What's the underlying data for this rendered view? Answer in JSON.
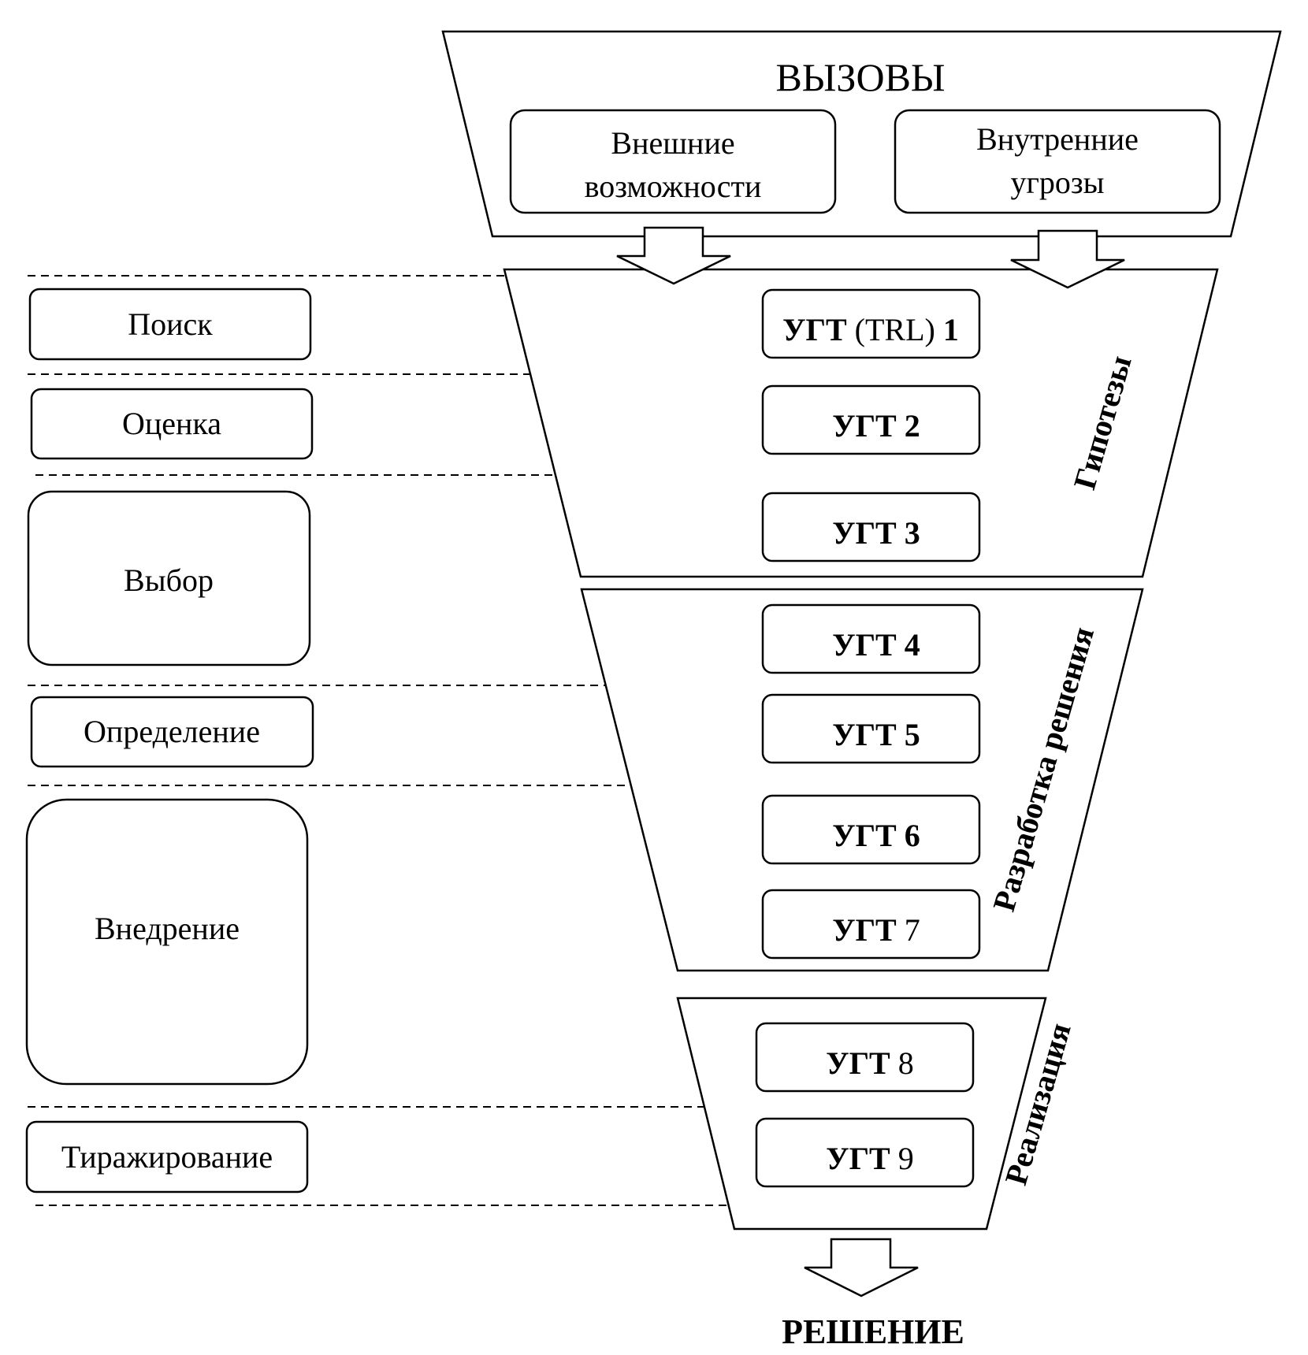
{
  "top": {
    "title": "ВЫЗОВЫ",
    "external": [
      "Внешние",
      "возможности"
    ],
    "internal": [
      "Внутренние",
      "угрозы"
    ]
  },
  "stages": [
    "Поиск",
    "Оценка",
    "Выбор",
    "Определение",
    "Внедрение",
    "Тиражирование"
  ],
  "levels": [
    {
      "bold": "УГТ",
      "rest": "(TRL)",
      "num": "1",
      "num_bold": true
    },
    {
      "bold": "УГТ",
      "rest": "",
      "num": "2",
      "num_bold": true
    },
    {
      "bold": "УГТ",
      "rest": "",
      "num": "3",
      "num_bold": true
    },
    {
      "bold": "УГТ",
      "rest": "",
      "num": "4",
      "num_bold": true
    },
    {
      "bold": "УГТ",
      "rest": "",
      "num": "5",
      "num_bold": true
    },
    {
      "bold": "УГТ",
      "rest": "",
      "num": "6",
      "num_bold": true
    },
    {
      "bold": "УГТ",
      "rest": "",
      "num": "7",
      "num_bold": false
    },
    {
      "bold": "УГТ",
      "rest": "",
      "num": "8",
      "num_bold": false
    },
    {
      "bold": "УГТ",
      "rest": "",
      "num": "9",
      "num_bold": false
    }
  ],
  "sections": [
    "Гипотезы",
    "Разработка решения",
    "Реализация"
  ],
  "bottom": {
    "title": "РЕШЕНИЕ"
  }
}
